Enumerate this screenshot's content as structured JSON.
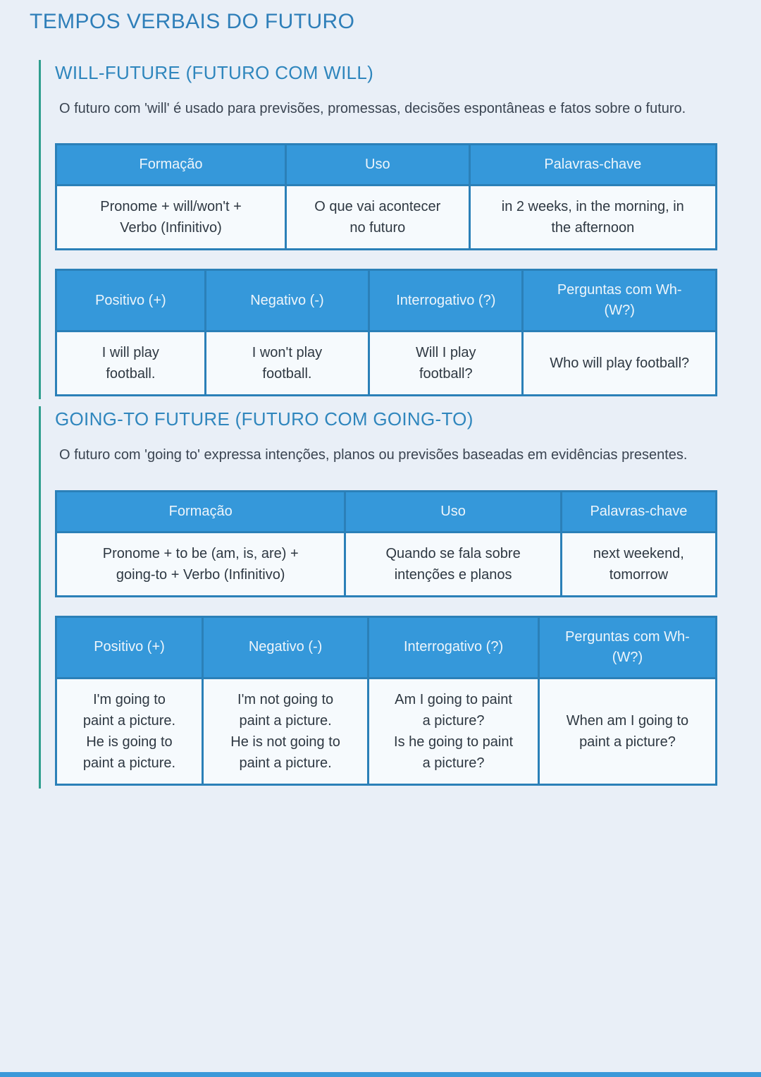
{
  "page": {
    "title": "TEMPOS VERBAIS DO FUTURO"
  },
  "colors": {
    "background": "#e9eff7",
    "title_text": "#2f7fb9",
    "section_heading_text": "#2f86bd",
    "section_accent_bar": "#2f9e8e",
    "table_header_bg": "#3598da",
    "table_border": "#2b80b8",
    "table_cell_bg": "#f6fafd",
    "body_text": "#3a4451",
    "bottom_bar": "#3b99d9"
  },
  "sections": [
    {
      "heading": "WILL-FUTURE (FUTURO COM WILL)",
      "description": "O futuro com 'will' é usado para previsões, promessas, decisões espontâneas e fatos sobre o futuro.",
      "tables": [
        {
          "headers": [
            "Formação",
            "Uso",
            "Palavras-chave"
          ],
          "row": [
            "Pronome + will/won't +\nVerbo (Infinitivo)",
            "O que vai acontecer\nno futuro",
            "in 2 weeks, in the morning, in\nthe afternoon"
          ]
        },
        {
          "headers": [
            "Positivo (+)",
            "Negativo (-)",
            "Interrogativo (?)",
            "Perguntas com Wh-\n(W?)"
          ],
          "row": [
            "I will play\nfootball.",
            "I won't play\nfootball.",
            "Will I play\nfootball?",
            "Who will play football?"
          ]
        }
      ]
    },
    {
      "heading": "GOING-TO FUTURE (FUTURO COM GOING-TO)",
      "description": "O futuro com 'going to' expressa intenções, planos ou previsões baseadas em evidências presentes.",
      "tables": [
        {
          "headers": [
            "Formação",
            "Uso",
            "Palavras-chave"
          ],
          "row": [
            "Pronome + to be (am, is, are) +\ngoing-to + Verbo (Infinitivo)",
            "Quando se fala sobre\nintenções e planos",
            "next weekend,\ntomorrow"
          ]
        },
        {
          "headers": [
            "Positivo (+)",
            "Negativo (-)",
            "Interrogativo (?)",
            "Perguntas com Wh-\n(W?)"
          ],
          "row": [
            "I'm going to\npaint a picture.\nHe is going to\npaint a picture.",
            "I'm not going to\npaint a picture.\nHe is not going to\npaint a picture.",
            "Am I going to paint\na picture?\nIs he going to paint\na picture?",
            "When am I going to\npaint a picture?"
          ]
        }
      ]
    }
  ]
}
